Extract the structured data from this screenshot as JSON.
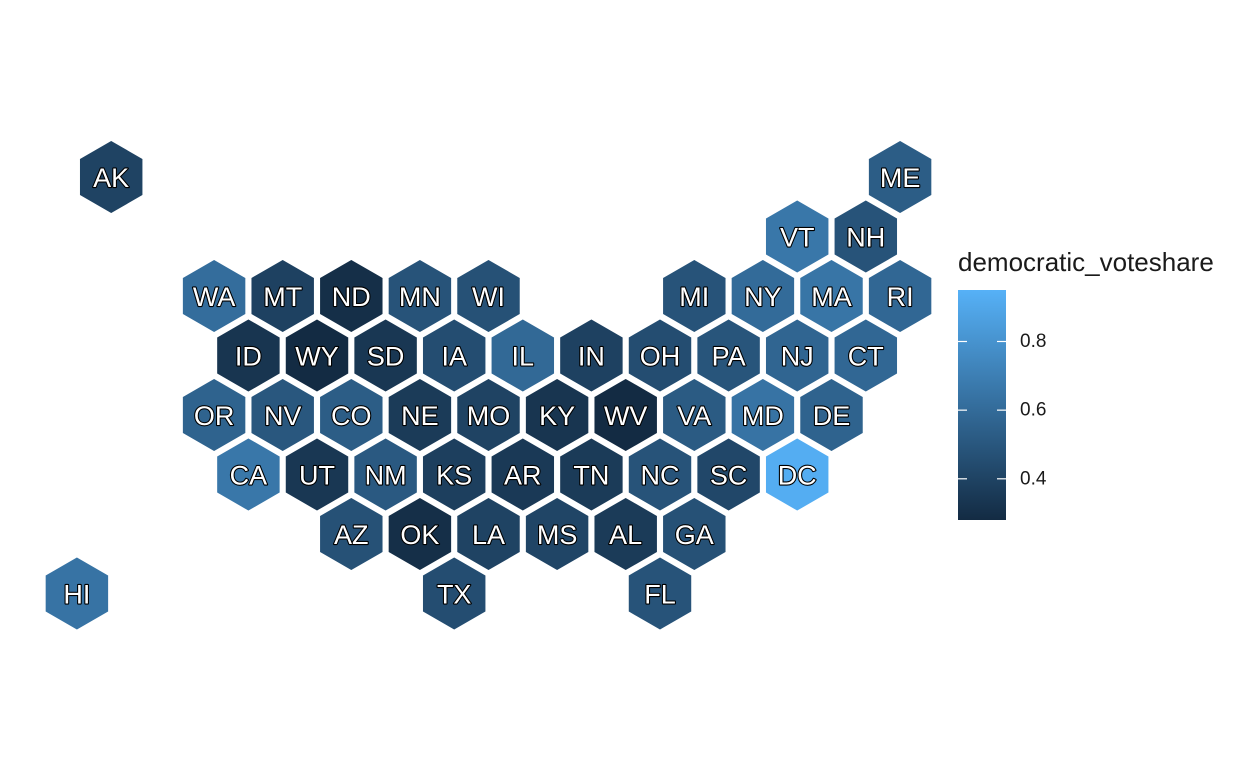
{
  "chart_data": {
    "type": "hex tile map",
    "fill_variable": "democratic_voteshare",
    "legend": {
      "title": "democratic_voteshare",
      "position": "right",
      "ticks": [
        0.4,
        0.6,
        0.8
      ],
      "tick_labels": [
        "0.4",
        "0.6",
        "0.8"
      ],
      "range": [
        0.28,
        0.95
      ],
      "colors": {
        "low": "#132B43",
        "high": "#56B1F7"
      }
    },
    "grid": false,
    "states": [
      {
        "abbr": "AK",
        "col": -1,
        "row": 0,
        "value": 0.4
      },
      {
        "abbr": "ME",
        "col": 22,
        "row": 0,
        "value": 0.53
      },
      {
        "abbr": "VT",
        "col": 19,
        "row": 1,
        "value": 0.66
      },
      {
        "abbr": "NH",
        "col": 21,
        "row": 1,
        "value": 0.48
      },
      {
        "abbr": "WA",
        "col": 2,
        "row": 2,
        "value": 0.61
      },
      {
        "abbr": "MT",
        "col": 4,
        "row": 2,
        "value": 0.39
      },
      {
        "abbr": "ND",
        "col": 6,
        "row": 2,
        "value": 0.3
      },
      {
        "abbr": "MN",
        "col": 8,
        "row": 2,
        "value": 0.48
      },
      {
        "abbr": "WI",
        "col": 10,
        "row": 2,
        "value": 0.47
      },
      {
        "abbr": "MI",
        "col": 16,
        "row": 2,
        "value": 0.48
      },
      {
        "abbr": "NY",
        "col": 18,
        "row": 2,
        "value": 0.6
      },
      {
        "abbr": "MA",
        "col": 20,
        "row": 2,
        "value": 0.65
      },
      {
        "abbr": "RI",
        "col": 22,
        "row": 2,
        "value": 0.58
      },
      {
        "abbr": "ID",
        "col": 3,
        "row": 3,
        "value": 0.33
      },
      {
        "abbr": "WY",
        "col": 5,
        "row": 3,
        "value": 0.28
      },
      {
        "abbr": "SD",
        "col": 7,
        "row": 3,
        "value": 0.34
      },
      {
        "abbr": "IA",
        "col": 9,
        "row": 3,
        "value": 0.45
      },
      {
        "abbr": "IL",
        "col": 11,
        "row": 3,
        "value": 0.59
      },
      {
        "abbr": "IN",
        "col": 13,
        "row": 3,
        "value": 0.39
      },
      {
        "abbr": "OH",
        "col": 15,
        "row": 3,
        "value": 0.45
      },
      {
        "abbr": "PA",
        "col": 17,
        "row": 3,
        "value": 0.49
      },
      {
        "abbr": "NJ",
        "col": 19,
        "row": 3,
        "value": 0.57
      },
      {
        "abbr": "CT",
        "col": 21,
        "row": 3,
        "value": 0.58
      },
      {
        "abbr": "OR",
        "col": 2,
        "row": 4,
        "value": 0.56
      },
      {
        "abbr": "NV",
        "col": 4,
        "row": 4,
        "value": 0.5
      },
      {
        "abbr": "CO",
        "col": 6,
        "row": 4,
        "value": 0.53
      },
      {
        "abbr": "NE",
        "col": 8,
        "row": 4,
        "value": 0.36
      },
      {
        "abbr": "MO",
        "col": 10,
        "row": 4,
        "value": 0.4
      },
      {
        "abbr": "KY",
        "col": 12,
        "row": 4,
        "value": 0.33
      },
      {
        "abbr": "WV",
        "col": 14,
        "row": 4,
        "value": 0.28
      },
      {
        "abbr": "VA",
        "col": 16,
        "row": 4,
        "value": 0.52
      },
      {
        "abbr": "MD",
        "col": 18,
        "row": 4,
        "value": 0.64
      },
      {
        "abbr": "DE",
        "col": 20,
        "row": 4,
        "value": 0.56
      },
      {
        "abbr": "CA",
        "col": 3,
        "row": 5,
        "value": 0.66
      },
      {
        "abbr": "UT",
        "col": 5,
        "row": 5,
        "value": 0.34
      },
      {
        "abbr": "NM",
        "col": 7,
        "row": 5,
        "value": 0.51
      },
      {
        "abbr": "KS",
        "col": 9,
        "row": 5,
        "value": 0.38
      },
      {
        "abbr": "AR",
        "col": 11,
        "row": 5,
        "value": 0.35
      },
      {
        "abbr": "TN",
        "col": 13,
        "row": 5,
        "value": 0.36
      },
      {
        "abbr": "NC",
        "col": 15,
        "row": 5,
        "value": 0.48
      },
      {
        "abbr": "SC",
        "col": 17,
        "row": 5,
        "value": 0.42
      },
      {
        "abbr": "DC",
        "col": 19,
        "row": 5,
        "value": 0.93
      },
      {
        "abbr": "AZ",
        "col": 6,
        "row": 6,
        "value": 0.47
      },
      {
        "abbr": "OK",
        "col": 8,
        "row": 6,
        "value": 0.3
      },
      {
        "abbr": "LA",
        "col": 10,
        "row": 6,
        "value": 0.4
      },
      {
        "abbr": "MS",
        "col": 12,
        "row": 6,
        "value": 0.41
      },
      {
        "abbr": "AL",
        "col": 14,
        "row": 6,
        "value": 0.36
      },
      {
        "abbr": "GA",
        "col": 16,
        "row": 6,
        "value": 0.47
      },
      {
        "abbr": "TX",
        "col": 9,
        "row": 7,
        "value": 0.45
      },
      {
        "abbr": "FL",
        "col": 15,
        "row": 7,
        "value": 0.48
      },
      {
        "abbr": "HI",
        "col": -2,
        "row": 7,
        "value": 0.64
      }
    ]
  }
}
